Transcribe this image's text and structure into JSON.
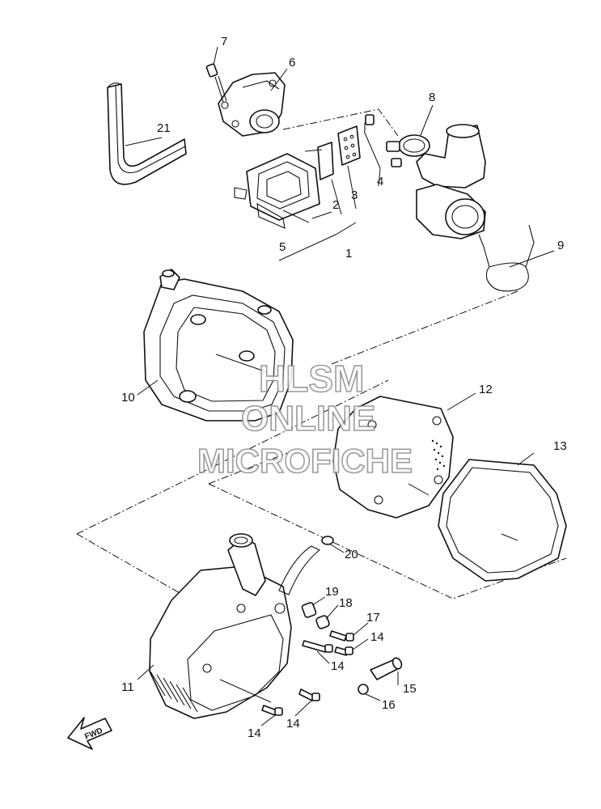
{
  "callouts": {
    "c1": "1",
    "c2": "2",
    "c3": "3",
    "c4": "4",
    "c5": "5",
    "c6": "6",
    "c7": "7",
    "c8": "8",
    "c9": "9",
    "c10": "10",
    "c11": "11",
    "c12": "12",
    "c13": "13",
    "c14a": "14",
    "c14b": "14",
    "c14c": "14",
    "c14d": "14",
    "c15": "15",
    "c16": "16",
    "c17": "17",
    "c18": "18",
    "c19": "19",
    "c20": "20",
    "c21": "21"
  },
  "watermark": {
    "line1": "HLSM",
    "line2": "ONLINE",
    "line3": "MICROFICHE"
  },
  "direction_arrow": {
    "label": "FWD",
    "icon": "fwd-arrow-icon"
  },
  "colors": {
    "ink": "#111111",
    "watermark_outline": "#8a8a8a",
    "background": "#ffffff"
  }
}
